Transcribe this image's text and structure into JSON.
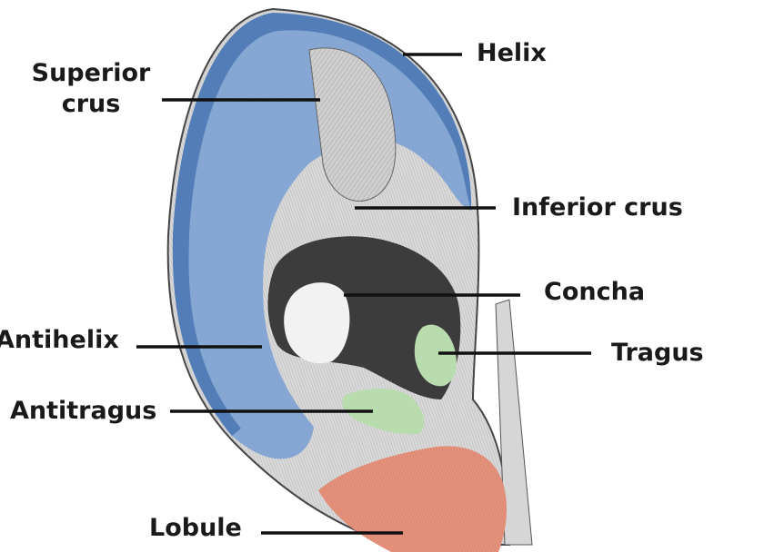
{
  "labels": {
    "helix": "Helix",
    "superior_crus_line1": "Superior",
    "superior_crus_line2": "crus",
    "inferior_crus": "Inferior crus",
    "concha": "Concha",
    "antihelix": "Antihelix",
    "tragus": "Tragus",
    "antitragus": "Antitragus",
    "lobule": "Lobule"
  },
  "colors": {
    "helix_antihelix_region": "#7fa3d4",
    "helix_rim": "#4f7ab5",
    "tragus_antitragus_region": "#b9dcae",
    "lobule_region": "#e6907a",
    "shading": "#5c5c5c",
    "leader_line": "#111111"
  }
}
